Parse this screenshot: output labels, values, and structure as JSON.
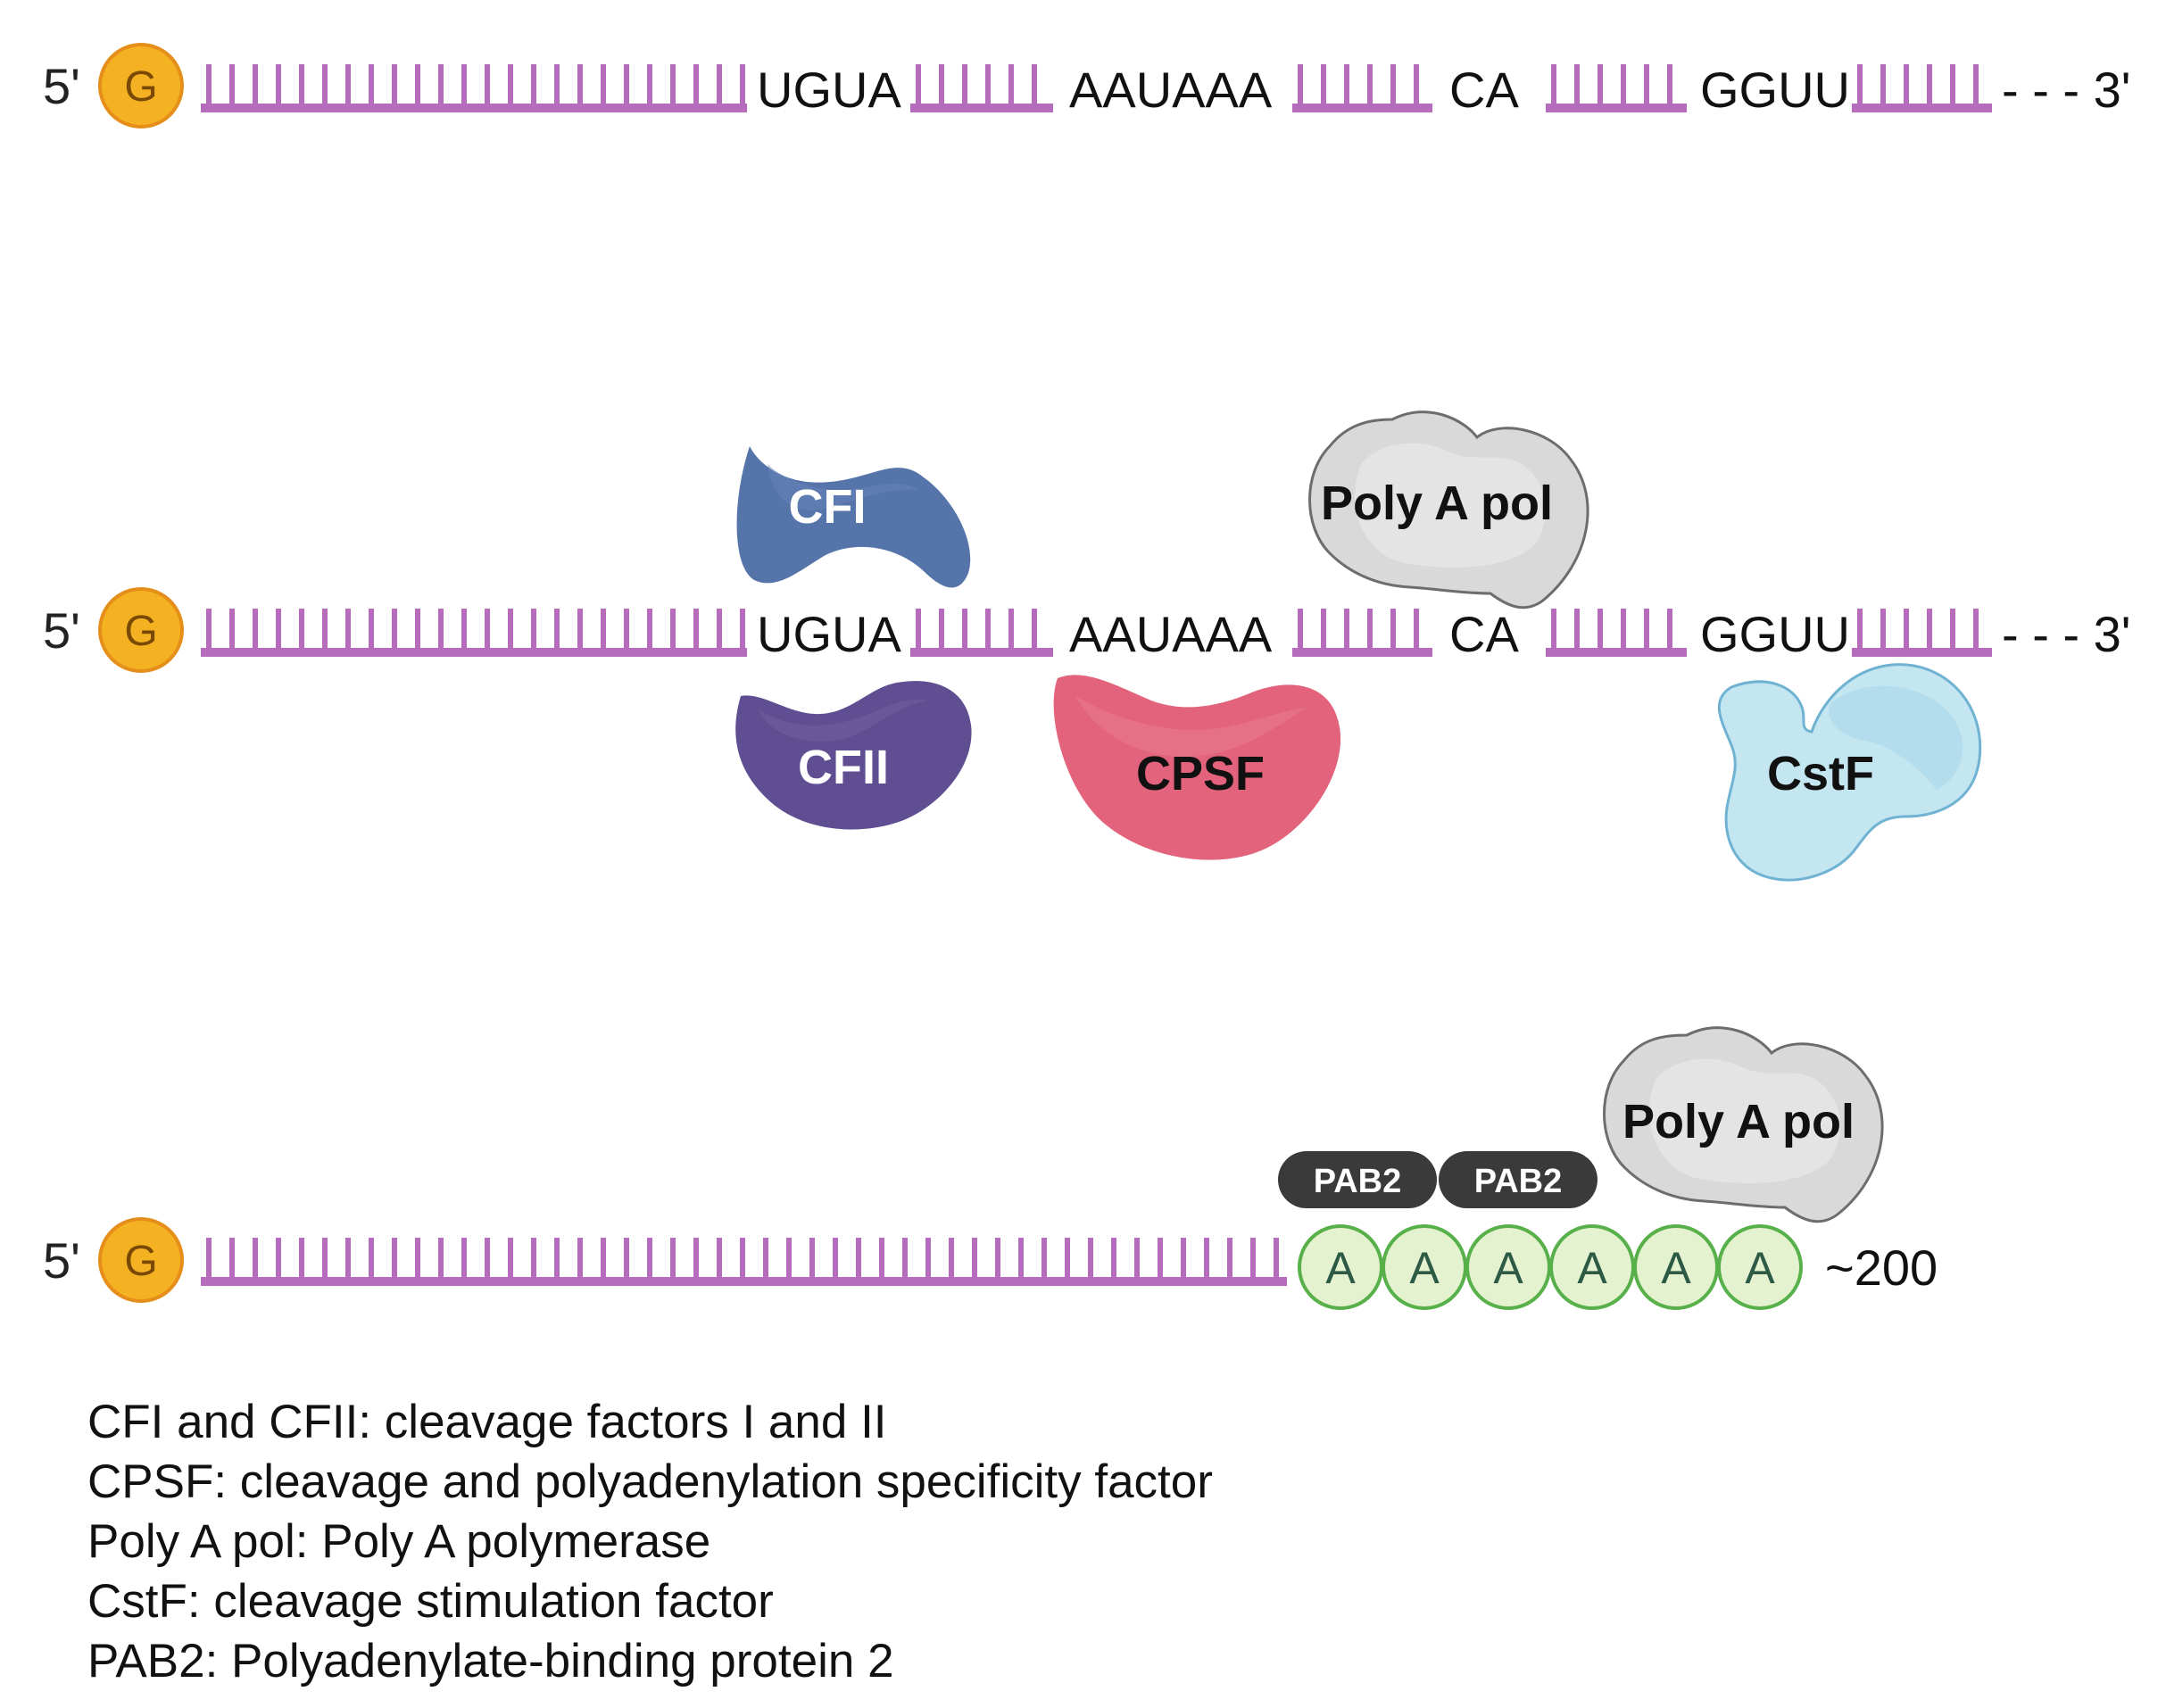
{
  "colors": {
    "rna": "#b56cbd",
    "cap_fill": "#f4b223",
    "cap_stroke": "#e58e1a",
    "cfi": "#5574aa",
    "cfii": "#5f4e91",
    "cpsf": "#e2637b",
    "polya_fill": "#d9d9d9",
    "polya_stroke": "#6d6d6d",
    "cstf_fill": "#c3e6f1",
    "cstf_stroke": "#6fb2d2",
    "pab2": "#3a3a3a",
    "a_fill": "#e4f2cf",
    "a_stroke": "#58b04a"
  },
  "icons": {
    "cap": "5-prime-cap-circle",
    "tail": "poly-a-ball"
  },
  "row1": {
    "five_prime": "5'",
    "cap": "G",
    "motifs": [
      "UGUA",
      "AAUAAA",
      "CA",
      "GGUU"
    ],
    "three_prime": "- - - 3'"
  },
  "row2": {
    "five_prime": "5'",
    "cap": "G",
    "motifs": [
      "UGUA",
      "AAUAAA",
      "CA",
      "GGUU"
    ],
    "three_prime": "- - - 3'",
    "proteins": {
      "cfi": "CFI",
      "cfii": "CFII",
      "cpsf": "CPSF",
      "polya": "Poly A pol",
      "cstf": "CstF"
    }
  },
  "row3": {
    "five_prime": "5'",
    "cap": "G",
    "tail_bases": [
      "A",
      "A",
      "A",
      "A",
      "A",
      "A"
    ],
    "tail_length": "~200",
    "pab2": [
      "PAB2",
      "PAB2"
    ],
    "polya": "Poly A pol"
  },
  "legend": [
    "CFI and CFII: cleavage factors I and II",
    "CPSF: cleavage and polyadenylation specificity factor",
    "Poly A pol: Poly A polymerase",
    "CstF: cleavage stimulation factor",
    "PAB2: Polyadenylate-binding protein 2"
  ]
}
